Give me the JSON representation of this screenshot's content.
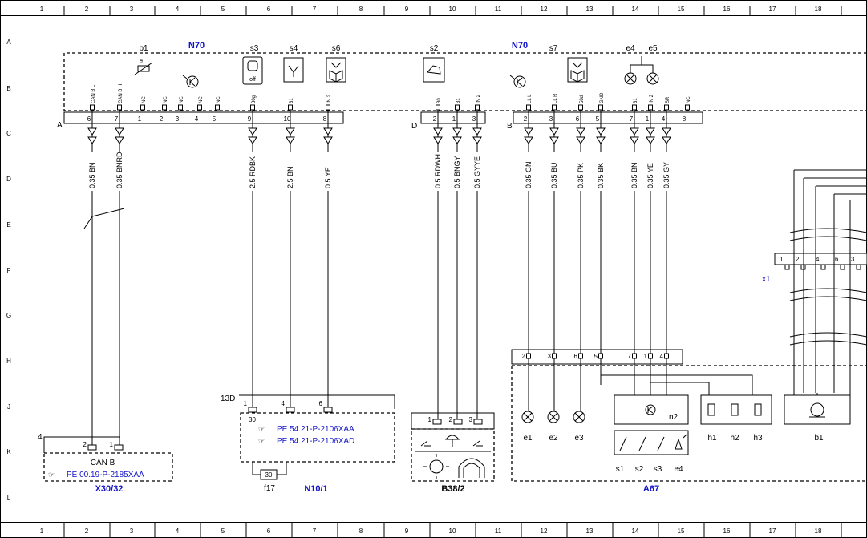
{
  "ruler": {
    "columns": [
      "1",
      "2",
      "3",
      "4",
      "5",
      "6",
      "7",
      "8",
      "9",
      "10",
      "11",
      "12",
      "13",
      "14",
      "15",
      "16",
      "17",
      "18"
    ],
    "rows": [
      "A",
      "B",
      "C",
      "D",
      "E",
      "F",
      "G",
      "H",
      "J",
      "K",
      "L"
    ]
  },
  "colors": {
    "reference_blue": "#1414c8",
    "line": "#000000"
  },
  "n70": {
    "label_left": "N70",
    "label_right": "N70",
    "symbols_left": [
      "b1",
      "s3",
      "s4",
      "s6"
    ],
    "symbols_right": [
      "s2",
      "s7",
      "e4",
      "e5"
    ],
    "s3_text": "off"
  },
  "connA": {
    "letter": "A",
    "pins": [
      {
        "sig": "CAN B L",
        "num": "6",
        "wire": "0.35 BN"
      },
      {
        "sig": "CAN B H",
        "num": "7",
        "wire": "0.35 BNRD"
      },
      {
        "sig": "NC",
        "num": "1"
      },
      {
        "sig": "NC",
        "num": "2"
      },
      {
        "sig": "NC",
        "num": "3"
      },
      {
        "sig": "NC",
        "num": "4"
      },
      {
        "sig": "NC",
        "num": "5"
      },
      {
        "sig": "30g",
        "num": "9",
        "wire": "2.5 RDBK"
      },
      {
        "sig": "31",
        "num": "10",
        "wire": "2.5 BN"
      },
      {
        "sig": "IN 2",
        "num": "8",
        "wire": "0.5 YE"
      }
    ]
  },
  "connD": {
    "letter": "D",
    "pins": [
      {
        "sig": "30",
        "num": "2",
        "wire": "0.5 RDWH"
      },
      {
        "sig": "31",
        "num": "1",
        "wire": "0.5 BNGY"
      },
      {
        "sig": "IN 2",
        "num": "3",
        "wire": "0.5 GYYE"
      }
    ]
  },
  "connB": {
    "letter": "B",
    "pins": [
      {
        "sig": "LL L",
        "num": "2",
        "wire": "0.35 GN"
      },
      {
        "sig": "LL R",
        "num": "3",
        "wire": "0.35 BU"
      },
      {
        "sig": "58d",
        "num": "6",
        "wire": "0.35 PK"
      },
      {
        "sig": "GND",
        "num": "5",
        "wire": "0.35 BK"
      },
      {
        "sig": "31",
        "num": "7",
        "wire": "0.35 BN"
      },
      {
        "sig": "IN 2",
        "num": "1",
        "wire": "0.35 YE"
      },
      {
        "sig": "SR",
        "num": "4",
        "wire": "0.35 GY"
      },
      {
        "sig": "NC",
        "num": "8"
      }
    ]
  },
  "x30": {
    "connector": "4",
    "pin_a": "2",
    "pin_b": "1",
    "title": "CAN B",
    "ref": "PE 00.19-P-2185XAA",
    "label": "X30/32"
  },
  "n10": {
    "connector": "13D",
    "pins": [
      "1",
      "4",
      "6"
    ],
    "inner": "30",
    "ref1": "PE 54.21-P-2106XAA",
    "ref2": "PE 54.21-P-2106XAD",
    "fuse": "30",
    "fuse_label": "f17",
    "label": "N10/1"
  },
  "b38": {
    "pins": [
      "1",
      "2",
      "3"
    ],
    "label": "B38/2"
  },
  "a67": {
    "pins": [
      "2",
      "3",
      "6",
      "5",
      "7",
      "1",
      "4"
    ],
    "lamps": [
      "e1",
      "e2",
      "e3"
    ],
    "n2": "n2",
    "switches": [
      "s1",
      "s2",
      "s3",
      "e4"
    ],
    "heaters": [
      "h1",
      "h2",
      "h3"
    ],
    "b1": "b1",
    "label": "A67"
  },
  "x1": {
    "label": "x1",
    "pins": [
      "1",
      "2",
      "4",
      "6",
      "3"
    ]
  }
}
